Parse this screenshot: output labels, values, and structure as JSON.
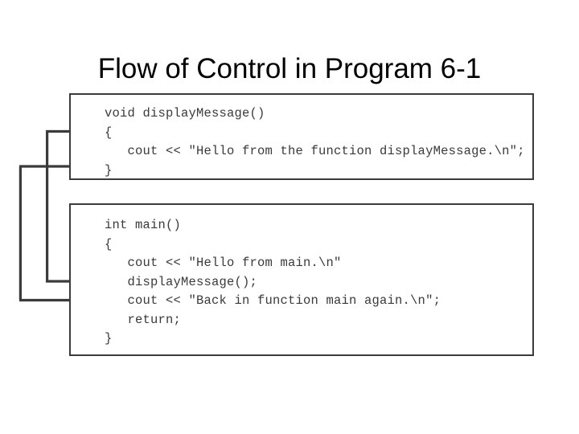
{
  "slide": {
    "title": "Flow of Control in Program 6-1",
    "background_color": "#ffffff",
    "title_color": "#000000"
  },
  "diagram": {
    "line_color": "#3b3b3b",
    "box_border_color": "#3b3b3b",
    "code_text_color": "#3a3a3a",
    "arrows": [
      {
        "name": "call-arrow",
        "description": "Arrow from main's displayMessage() call into the body of displayMessage",
        "from": "main-call-displayMessage",
        "to": "displayMessage-body"
      },
      {
        "name": "return-arrow",
        "description": "Arrow from the end of displayMessage back into main after the call",
        "from": "displayMessage-closing-brace",
        "to": "main-back-in-function"
      }
    ]
  },
  "code_boxes": [
    {
      "name": "displayMessage-function",
      "lines": [
        "void displayMessage()",
        "{",
        "   cout << \"Hello from the function displayMessage.\\n\";",
        "}"
      ]
    },
    {
      "name": "main-function",
      "lines": [
        "int main()",
        "{",
        "   cout << \"Hello from main.\\n\"",
        "   displayMessage();",
        "   cout << \"Back in function main again.\\n\";",
        "   return;",
        "}"
      ]
    }
  ]
}
